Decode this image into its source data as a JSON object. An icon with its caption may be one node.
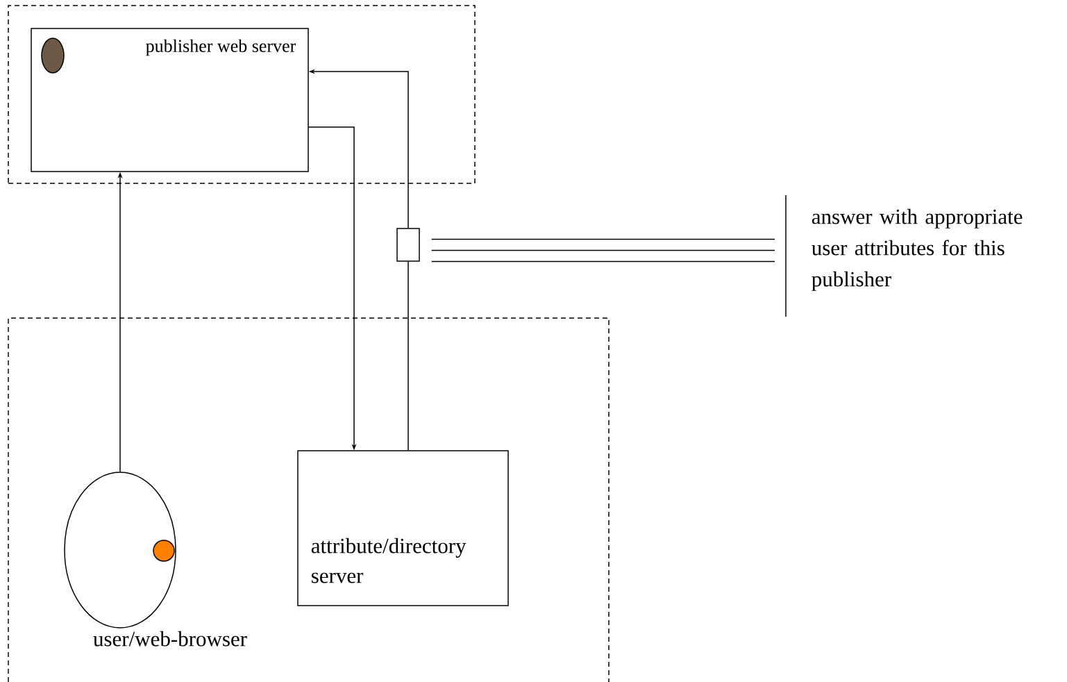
{
  "diagram": {
    "nodes": [
      {
        "text": [],
        "shape": "box"
      },
      {
        "text": [
          "publisher web server"
        ],
        "in": 0
      },
      {
        "text": [],
        "shape": "box"
      },
      {
        "text": [
          "user/web-browser"
        ],
        "in": 2
      },
      {
        "text": [
          "attribute/directory server"
        ],
        "in": 2
      },
      {
        "text": [],
        "shape": "box"
      },
      {
        "text": [
          "answer with appropriate user attributes for this publisher"
        ]
      }
    ],
    "edges": [
      {
        "from": 3,
        "to": 1,
        "arrow": "to"
      },
      {
        "from": 1,
        "to": 4,
        "arrow": "to"
      },
      {
        "from": 4,
        "to": 5,
        "arrow": "none"
      },
      {
        "from": 5,
        "to": 1,
        "arrow": "to"
      },
      {
        "from": 5,
        "to": 6,
        "arrow": "none"
      }
    ]
  }
}
